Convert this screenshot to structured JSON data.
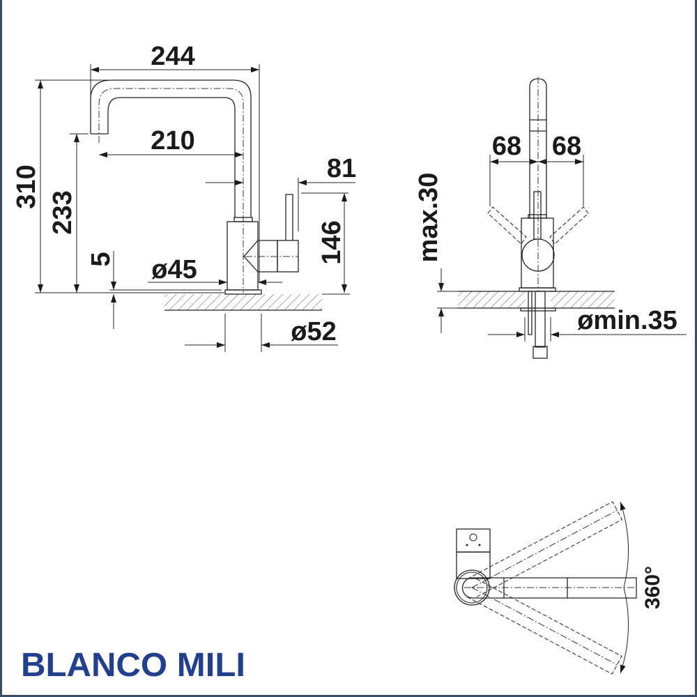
{
  "product": {
    "title": "BLANCO MILI"
  },
  "colors": {
    "title": "#23408e",
    "frame": "#3a4e66",
    "line": "#222222"
  },
  "side_view": {
    "dimensions": {
      "spout_reach_total": "244",
      "spout_reach_center": "210",
      "total_height": "310",
      "outlet_height": "233",
      "lever_offset": "81",
      "lever_height": "146",
      "base_thickness": "5",
      "body_diameter": "ø45",
      "base_diameter": "ø52"
    }
  },
  "front_view": {
    "dimensions": {
      "lever_left": "68",
      "lever_right": "68",
      "counter_thickness": "max.30",
      "hole_diameter": "ømin.35"
    }
  },
  "top_view": {
    "dimensions": {
      "swivel_angle": "360°"
    }
  }
}
